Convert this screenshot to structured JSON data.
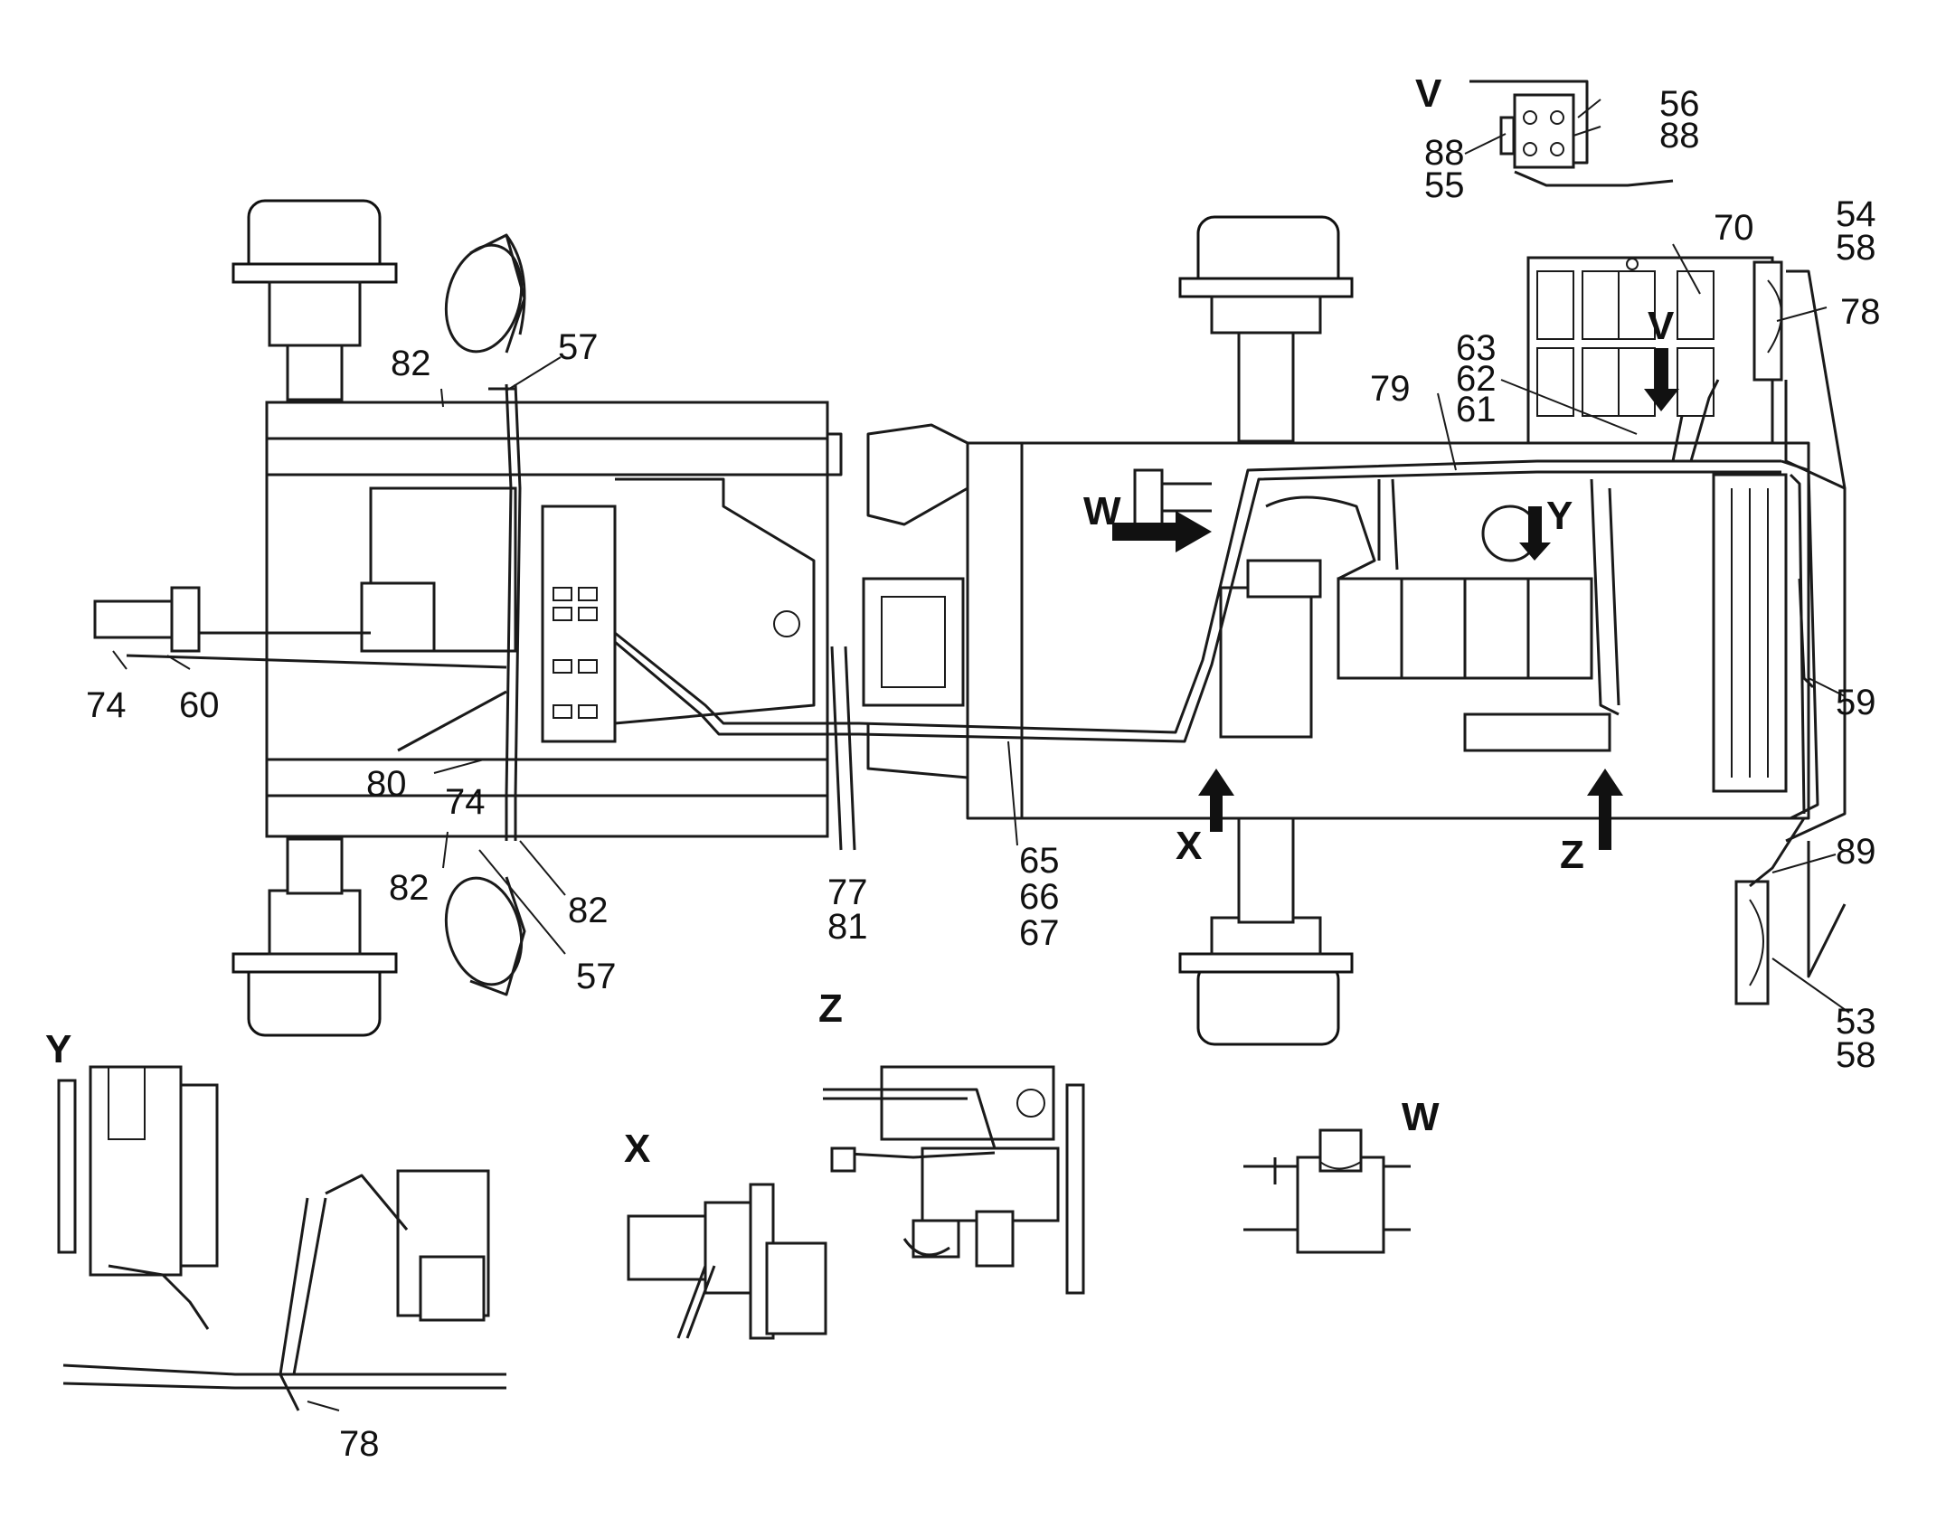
{
  "views": {
    "V": "V",
    "W": "W",
    "X": "X",
    "Y": "Y",
    "Z": "Z"
  },
  "callouts": {
    "c74a": "74",
    "c60": "60",
    "c82a": "82",
    "c57a": "57",
    "c80": "80",
    "c74b": "74",
    "c82b": "82",
    "c82c": "82",
    "c57b": "57",
    "c77": "77",
    "c81": "81",
    "c65": "65",
    "c66": "66",
    "c67": "67",
    "c79": "79",
    "c63": "63",
    "c62": "62",
    "c61": "61",
    "c70": "70",
    "c54": "54",
    "c58a": "58",
    "c78a": "78",
    "c59": "59",
    "c89": "89",
    "c53": "53",
    "c58b": "58",
    "c56": "56",
    "c88a": "88",
    "c88b": "88",
    "c55": "55",
    "c78b": "78"
  }
}
